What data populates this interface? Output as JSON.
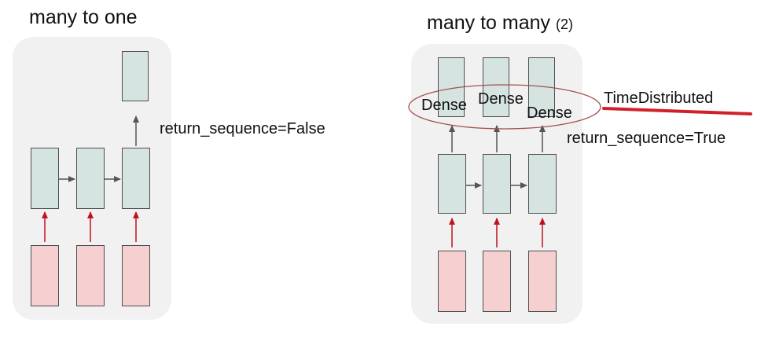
{
  "left": {
    "title": "many to one",
    "annotation": "return_sequence=False"
  },
  "right": {
    "title": "many to many",
    "title_suffix": "(2)",
    "annotation": "return_sequence=True",
    "dense_labels": [
      "Dense",
      "Dense",
      "Dense"
    ],
    "time_distributed": "TimeDistributed"
  },
  "colors": {
    "rnn_box": "#d5e4e1",
    "input_box": "#f6cfd1",
    "panel": "#f1f1f1",
    "input_arrow": "#c0121e",
    "flow_arrow": "#555555",
    "ellipse": "#a5504f",
    "underline": "#d2202a"
  }
}
